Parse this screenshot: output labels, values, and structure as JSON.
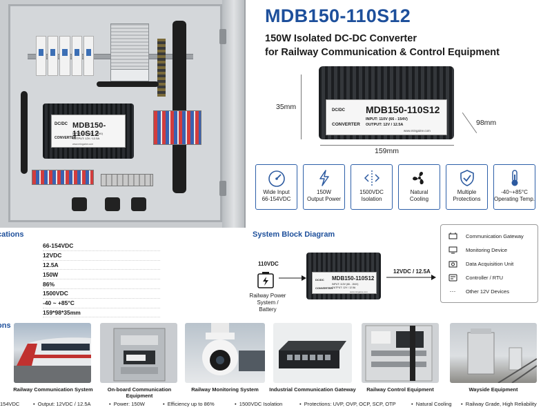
{
  "header": {
    "title": "MDB150-110S12",
    "subtitle_line1": "150W Isolated DC-DC Converter",
    "subtitle_line2": "for Railway Communication & Control Equipment"
  },
  "product_label": {
    "dc_dc": "DC/DC",
    "converter": "CONVERTER",
    "model": "MDB150-110S12",
    "input": "INPUT: 110V (66 - 154V)",
    "output": "OUTPUT: 12V / 12.5A",
    "website": "www.mingaine.com"
  },
  "cabinet_label": {
    "dc_dc": "DC/DC",
    "converter": "CONVERTER",
    "model": "MDB150-110S12",
    "input": "INPUT: 110V (66 - 154V)",
    "output": "OUTPUT: 12V / 12.5A",
    "website": "www.mingaine.com"
  },
  "dimensions": {
    "height": "35mm",
    "length": "159mm",
    "depth": "98mm"
  },
  "features": [
    {
      "icon": "gauge-icon",
      "line1": "Wide Input",
      "line2": "66-154VDC"
    },
    {
      "icon": "lightning-icon",
      "line1": "150W",
      "line2": "Output Power"
    },
    {
      "icon": "isolation-icon",
      "line1": "1500VDC",
      "line2": "Isolation"
    },
    {
      "icon": "fan-icon",
      "line1": "Natural",
      "line2": "Cooling"
    },
    {
      "icon": "shield-check-icon",
      "line1": "Multiple",
      "line2": "Protections"
    },
    {
      "icon": "thermometer-icon",
      "line1": "-40~+85°C",
      "line2": "Operating Temp."
    }
  ],
  "specifications": {
    "heading": "cations",
    "values": [
      "66-154VDC",
      "12VDC",
      "12.5A",
      "150W",
      "86%",
      "1500VDC",
      "-40 ~ +85°C",
      "159*98*35mm"
    ]
  },
  "block_diagram": {
    "heading": "System Block Diagram",
    "input_voltage": "110VDC",
    "input_label_line1": "Railway Power",
    "input_label_line2": "System / Battery",
    "output_label": "12VDC / 12.5A",
    "outputs": [
      {
        "icon": "gateway-icon",
        "label": "Communication Gateway"
      },
      {
        "icon": "monitor-icon",
        "label": "Monitoring Device"
      },
      {
        "icon": "camera-icon",
        "label": "Data Acquisition Unit"
      },
      {
        "icon": "controller-icon",
        "label": "Controller / RTU"
      },
      {
        "icon": "more-icon",
        "label": "Other 12V Devices"
      }
    ]
  },
  "applications": {
    "heading": "ons",
    "items": [
      "Railway Communication System",
      "On-board Communication Equipment",
      "Railway Monitoring System",
      "Industrial Communication Gateway",
      "Railway Control Equipment",
      "Wayside Equipment"
    ]
  },
  "bottom_bar": {
    "items": [
      "154VDC",
      "Output: 12VDC / 12.5A",
      "Power: 150W",
      "Efficiency up to 86%",
      "1500VDC Isolation",
      "Protections: UVP, OVP, OCP, SCP, OTP",
      "Natural Cooling",
      "Railway Grade, High Reliability"
    ]
  },
  "colors": {
    "brand_blue": "#1d4f9b",
    "border_blue": "#2b5ea8",
    "icon_blue": "#2c5aa0"
  }
}
